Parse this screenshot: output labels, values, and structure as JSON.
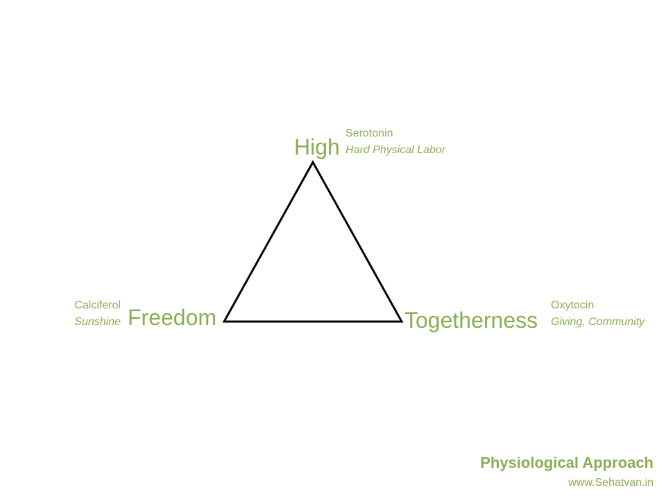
{
  "diagram": {
    "vertices": {
      "top": {
        "label": "High",
        "hormone": "Serotonin",
        "activity": "Hard Physical Labor"
      },
      "left": {
        "label": "Freedom",
        "hormone": "Calciferol",
        "activity": "Sunshine"
      },
      "right": {
        "label": "Togetherness",
        "hormone": "Oxytocin",
        "activity": "Giving, Community"
      }
    }
  },
  "footer": {
    "title": "Physiological Approach",
    "url": "www.Sehatvan.in"
  },
  "colors": {
    "accent": "#8aae55",
    "line": "#000000",
    "background": "#ffffff"
  }
}
